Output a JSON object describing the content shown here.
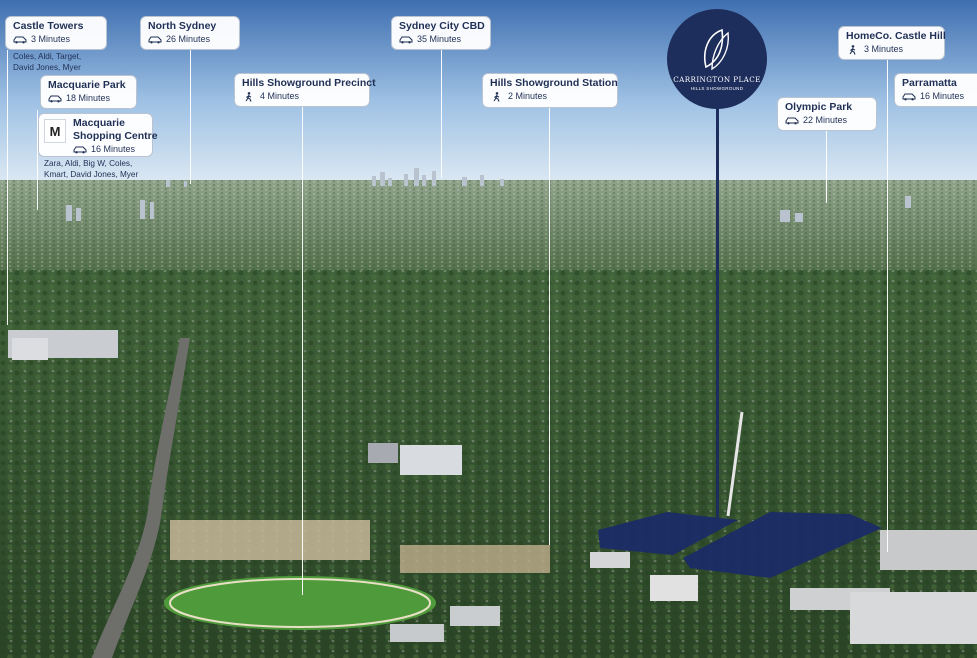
{
  "brand": {
    "name": "CARRINGTON PLACE",
    "subtitle": "HILLS SHOWGROUND",
    "logo": "leaf-outline-logo",
    "color": "#1d2d5c"
  },
  "colors": {
    "label_text": "#1f2f55",
    "label_bg": "#ffffff",
    "sky": "#cfe0f0",
    "tree_canopy": "#2f4f2c",
    "site_overlay": "#1a2b66"
  },
  "locations": [
    {
      "id": "castle-towers",
      "name": "Castle Towers",
      "mode": "car",
      "time": "3 Minutes",
      "note_lines": [
        "Coles, Aldi, Target,",
        "David Jones, Myer"
      ]
    },
    {
      "id": "north-sydney",
      "name": "North Sydney",
      "mode": "car",
      "time": "26 Minutes"
    },
    {
      "id": "sydney-cbd",
      "name": "Sydney City CBD",
      "mode": "car",
      "time": "35 Minutes"
    },
    {
      "id": "homeco-castle-hill",
      "name": "HomeCo. Castle Hill",
      "mode": "walk",
      "time": "3 Minutes"
    },
    {
      "id": "macquarie-park",
      "name": "Macquarie Park",
      "mode": "car",
      "time": "18 Minutes"
    },
    {
      "id": "hills-showground-precinct",
      "name": "Hills Showground Precinct",
      "mode": "walk",
      "time": "4 Minutes"
    },
    {
      "id": "hills-showground-station",
      "name": "Hills Showground Station",
      "mode": "walk",
      "time": "2 Minutes"
    },
    {
      "id": "parramatta",
      "name": "Parramatta",
      "mode": "car",
      "time": "16 Minutes"
    },
    {
      "id": "macquarie-centre",
      "name_lines": [
        "Macquarie",
        "Shopping Centre"
      ],
      "logo_letter": "M",
      "mode": "car",
      "time": "16 Minutes",
      "note_lines": [
        "Zara, Aldi, Big W, Coles,",
        "Kmart, David Jones, Myer"
      ]
    },
    {
      "id": "olympic-park",
      "name": "Olympic Park",
      "mode": "car",
      "time": "22 Minutes"
    }
  ]
}
